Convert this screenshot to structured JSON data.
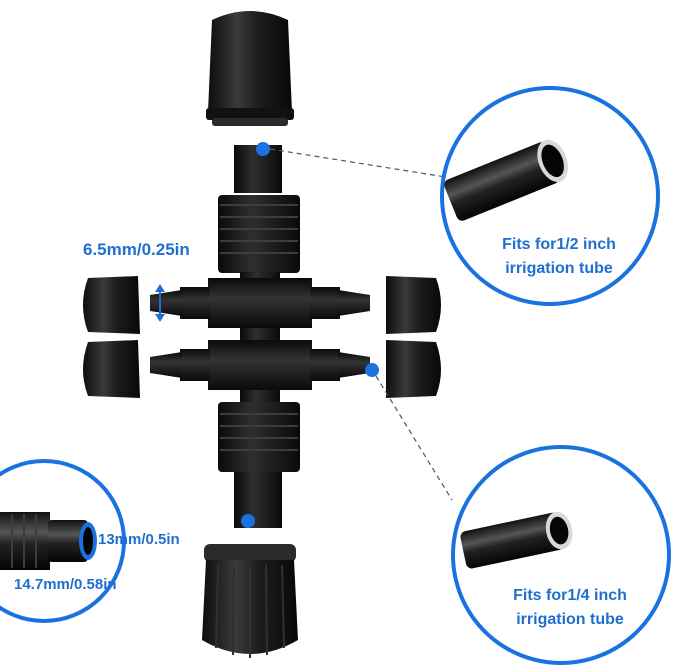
{
  "dimensions": {
    "barb_diameter": "6.5mm/0.25in",
    "inner_diameter": "13mm/0.5in",
    "outer_diameter": "14.7mm/0.58in"
  },
  "callouts": [
    {
      "line1": "Fits for1/2 inch",
      "line2": "irrigation tube"
    },
    {
      "line1": "Fits for1/4 inch",
      "line2": "irrigation tube"
    }
  ],
  "colors": {
    "accent": "#1e6fd0",
    "ring": "#1a72e0",
    "part": "#1b1b1b"
  }
}
